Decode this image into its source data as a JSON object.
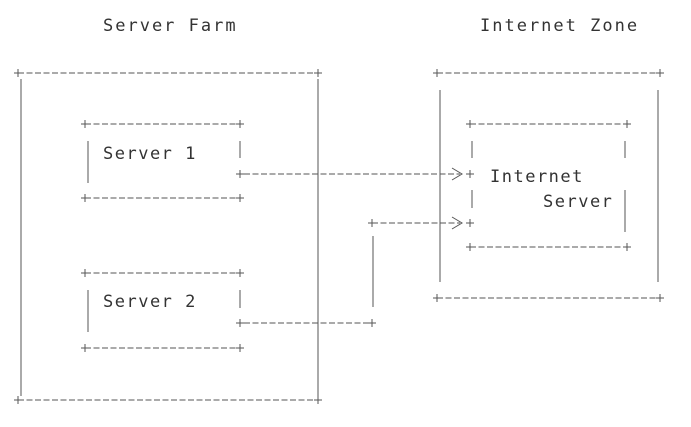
{
  "diagram": {
    "zones": {
      "server_farm": {
        "label": "Server Farm"
      },
      "internet_zone": {
        "label": "Internet Zone"
      }
    },
    "nodes": {
      "server_1": {
        "label": "Server 1"
      },
      "server_2": {
        "label": "Server 2"
      },
      "internet_server": {
        "label_line1": "Internet",
        "label_line2": "Server"
      }
    },
    "connections": [
      {
        "from": "Server 1",
        "to": "Internet Server"
      },
      {
        "from": "Server 2",
        "to": "Internet Server"
      }
    ],
    "colors": {
      "line": "#555555",
      "text": "#333333",
      "background": "#ffffff"
    }
  }
}
